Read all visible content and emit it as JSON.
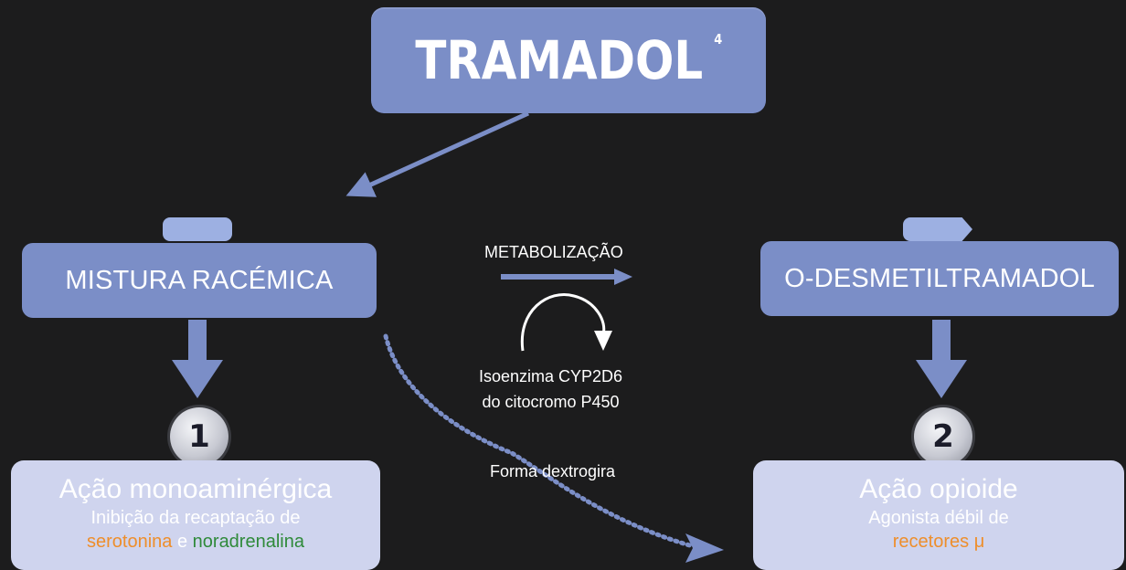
{
  "title": {
    "text": "TRAMADOL",
    "superscript": "4"
  },
  "left_node": {
    "label": "MISTURA RACÉMICA"
  },
  "right_node": {
    "label": "O-DESMETILTRAMADOL"
  },
  "metabolization": {
    "label": "METABOLIZAÇÃO",
    "enzyme_line1": "Isoenzima CYP2D6",
    "enzyme_line2": "do citocromo P450"
  },
  "dextro_label": "Forma dextrogira",
  "badges": {
    "left": "1",
    "right": "2"
  },
  "left_result": {
    "title": "Ação monoaminérgica",
    "line1": "Inibição da recaptação de",
    "term1": "serotonina",
    "conj": " e ",
    "term2": "noradrenalina"
  },
  "right_result": {
    "title": "Ação opioide",
    "line1": "Agonista débil de",
    "term": "recetores μ"
  },
  "colors": {
    "background": "#1c1c1d",
    "box_blue": "#7b8ec7",
    "result_box": "#cfd4ee",
    "serotonina": "#ee8e2b",
    "noradrenalina": "#2f8a3a",
    "arrow_blue": "#7b8ec7"
  }
}
